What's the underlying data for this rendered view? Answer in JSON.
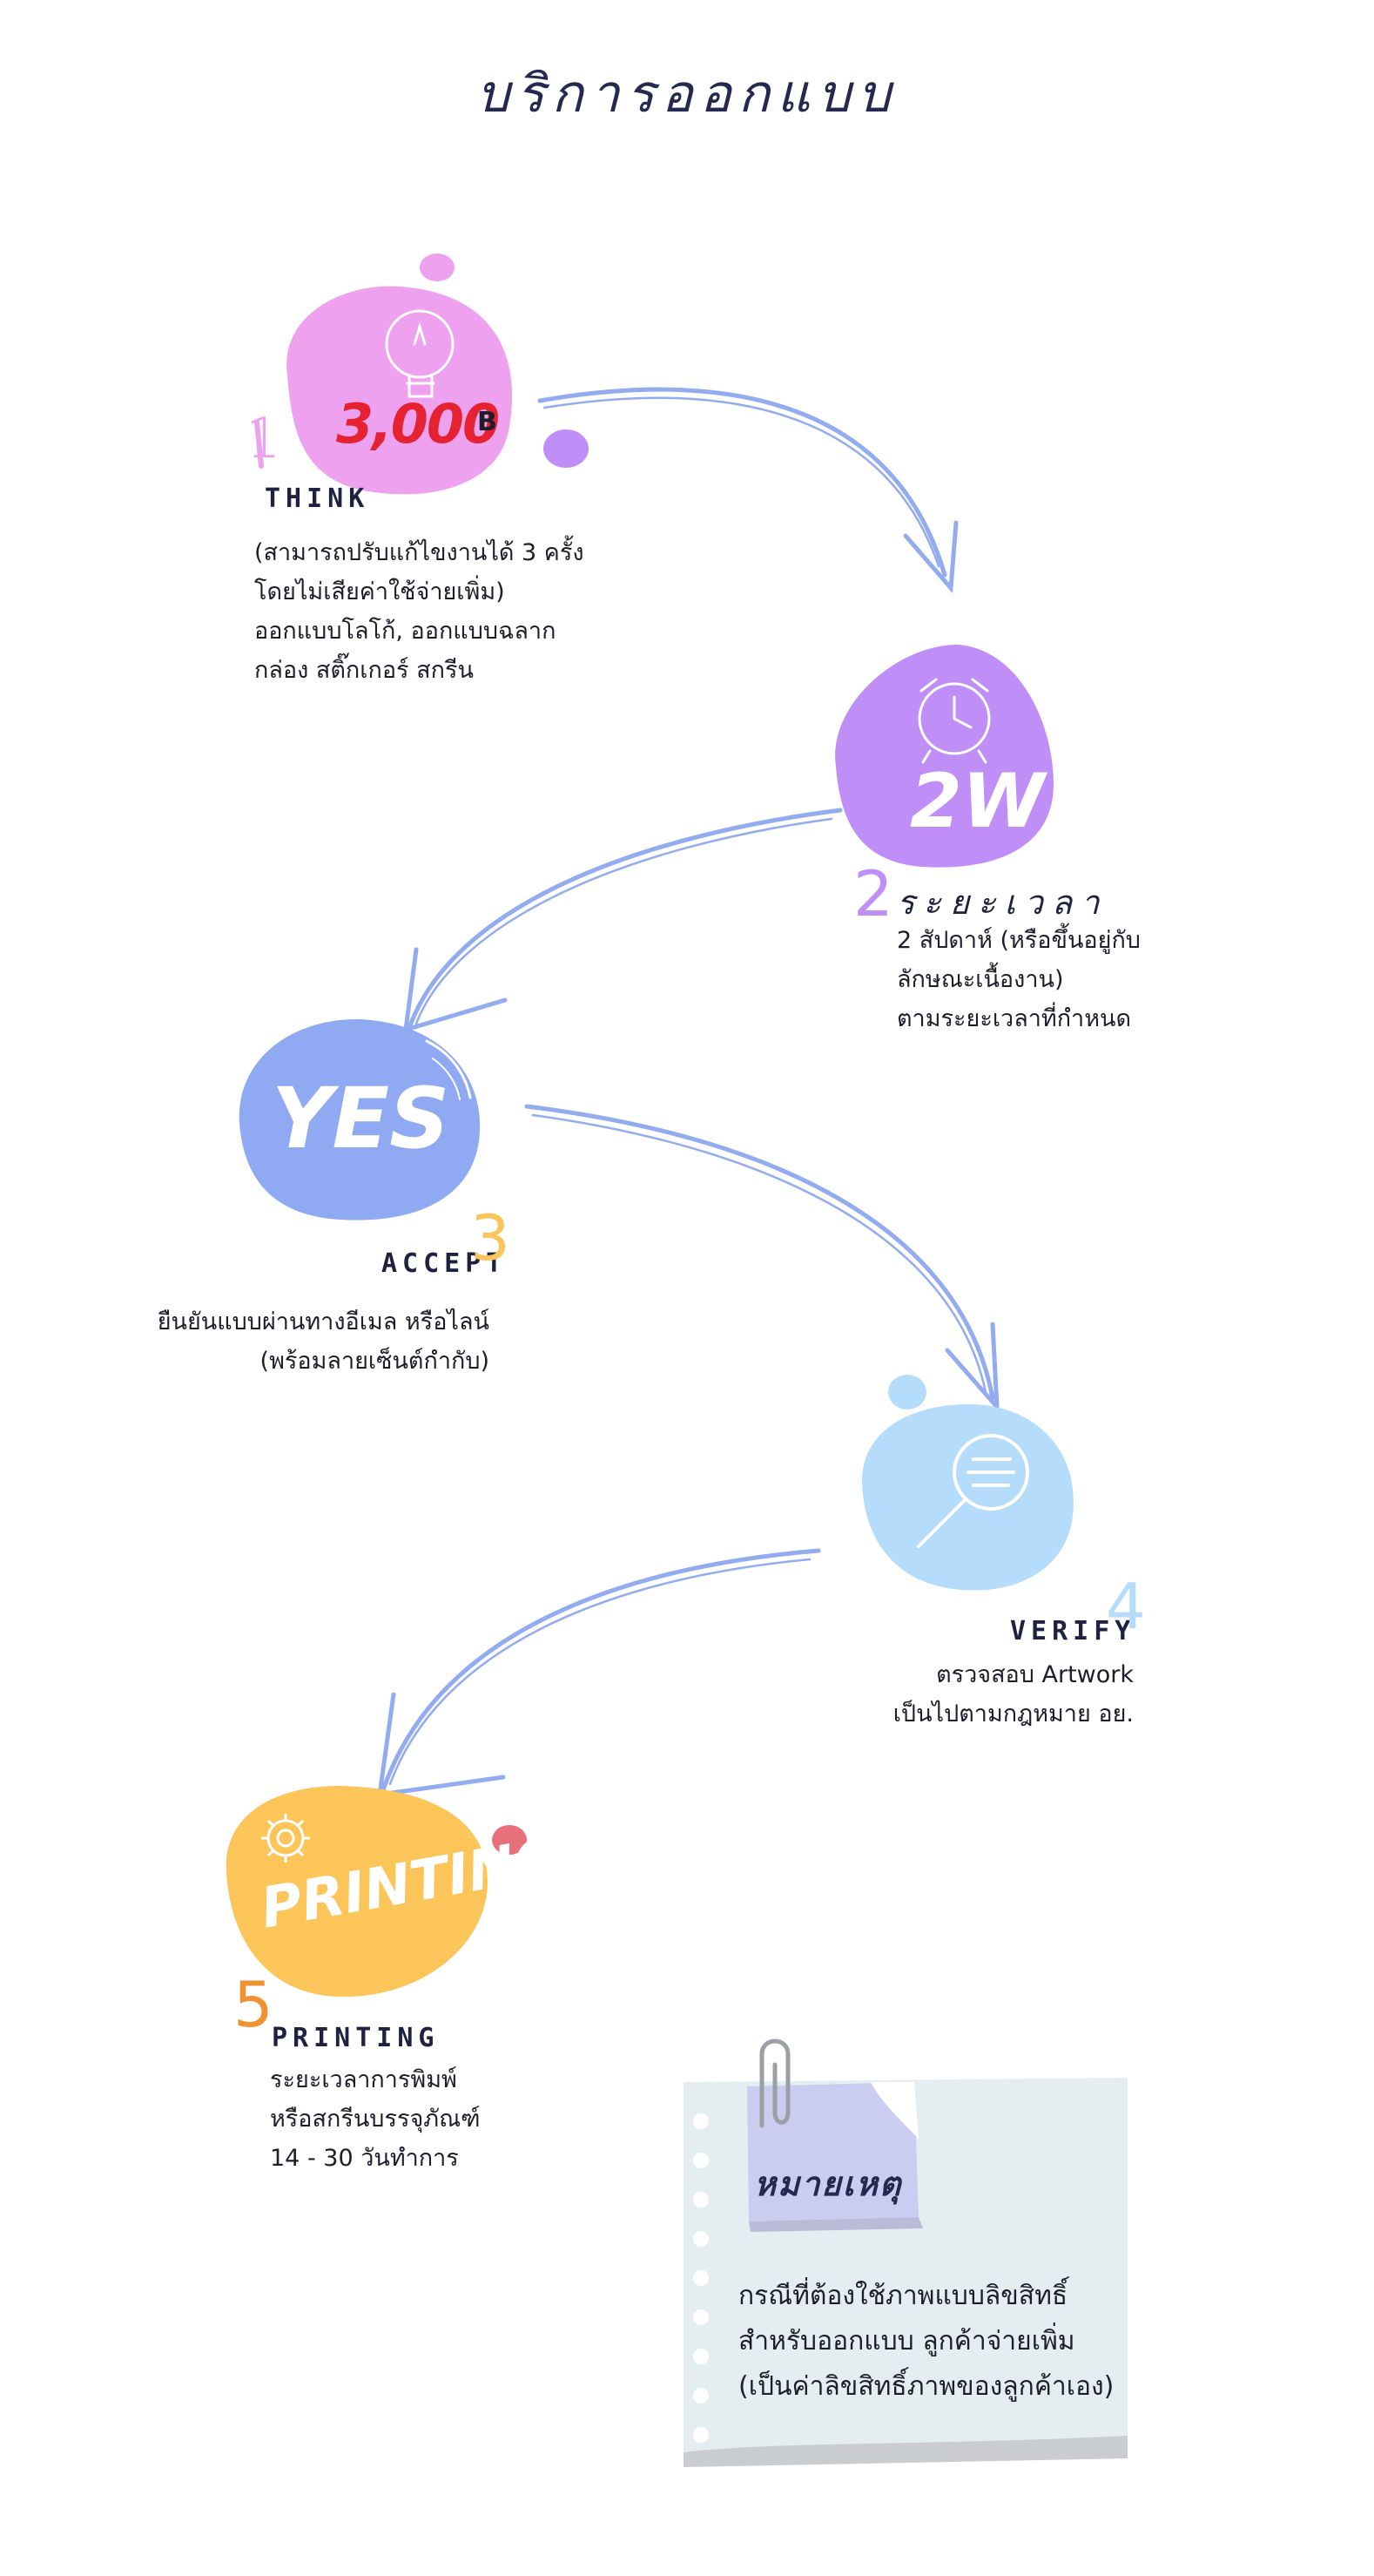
{
  "title": "บริการออกแบบ",
  "colors": {
    "arrow": "#93abef",
    "step1": "#eea1ef",
    "step2": "#bf8ef7",
    "step3": "#8fa9f2",
    "step4": "#b5dcfa",
    "step5": "#fbc55a",
    "price": "#e42231",
    "note_paper": "#e4eef1",
    "note_sticky": "#cbcdf0"
  },
  "steps": [
    {
      "number": "1",
      "icon": "lightbulb-icon",
      "price": "3,000",
      "currency": "B",
      "name": "THINK",
      "desc": "(สามารถปรับแก้ไขงานได้ 3 ครั้ง\nโดยไม่เสียค่าใช้จ่ายเพิ่ม)\nออกแบบโลโก้, ออกแบบฉลาก\nกล่อง สติ๊กเกอร์ สกรีน"
    },
    {
      "number": "2",
      "icon": "alarm-clock-icon",
      "badge": "2W",
      "name": "ระยะเวลา",
      "desc": "2 สัปดาห์ (หรือขึ้นอยู่กับ\nลักษณะเนื้องาน)\nตามระยะเวลาที่กำหนด"
    },
    {
      "number": "3",
      "badge": "YES",
      "name": "ACCEPT",
      "desc": "ยืนยันแบบผ่านทางอีเมล หรือไลน์\n(พร้อมลายเซ็นต์กำกับ)"
    },
    {
      "number": "4",
      "icon": "magnifier-icon",
      "name": "VERIFY",
      "desc": "ตรวจสอบ Artwork\nเป็นไปตามกฎหมาย อย."
    },
    {
      "number": "5",
      "icon": "gear-icon",
      "badge": "PRINTING",
      "name": "PRINTING",
      "desc": "ระยะเวลาการพิมพ์\nหรือสกรีนบรรจุภัณฑ์\n14 - 30 วันทำการ"
    }
  ],
  "note": {
    "icon": "paperclip-icon",
    "title": "หมายเหตุ",
    "text": "กรณีที่ต้องใช้ภาพแบบลิขสิทธิ์\nสำหรับออกแบบ ลูกค้าจ่ายเพิ่ม\n(เป็นค่าลิขสิทธิ์ภาพของลูกค้าเอง)"
  }
}
